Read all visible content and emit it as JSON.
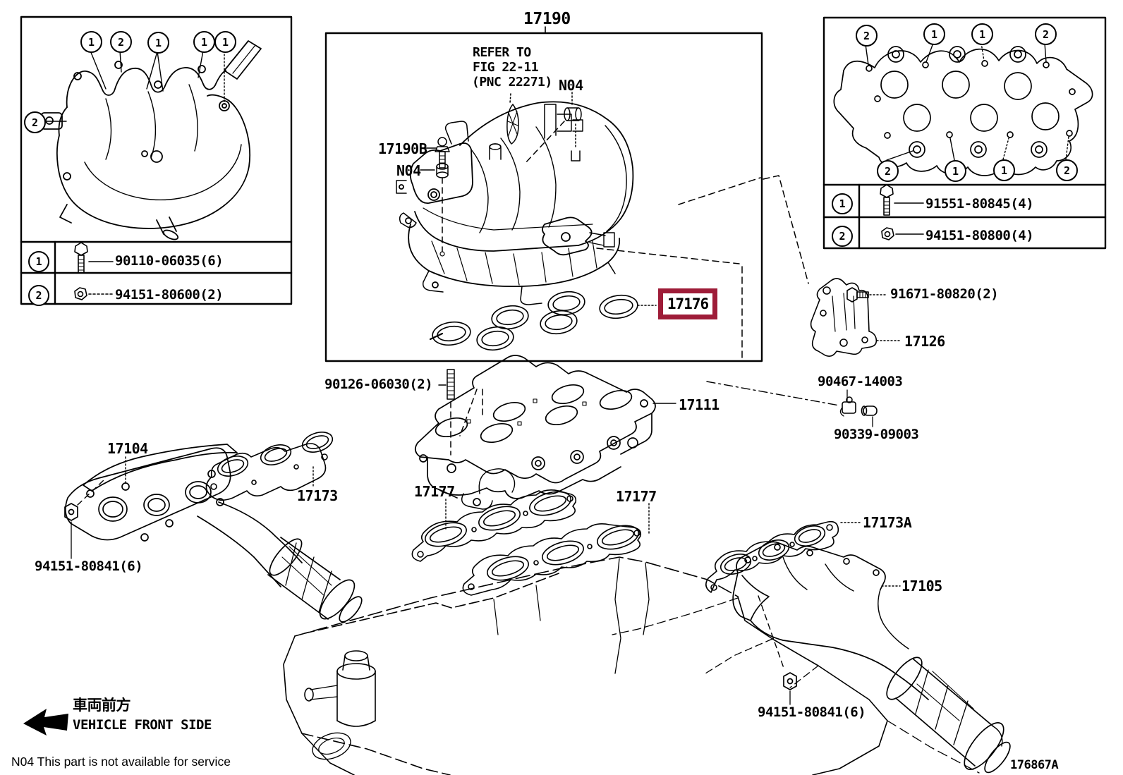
{
  "colors": {
    "highlight": "#9e1c38",
    "line": "#000000"
  },
  "header": {
    "assembly_part": "17190"
  },
  "center_box": {
    "refer_note": {
      "line1": "REFER TO",
      "line2": "FIG 22-11",
      "line3": "(PNC 22271)"
    },
    "n04_top": "N04",
    "part_17190b": "17190B",
    "n04_side": "N04",
    "highlighted_part": "17176"
  },
  "left_box": {
    "callouts_top": [
      "1",
      "2",
      "1",
      "1",
      "1"
    ],
    "callout_side": "2",
    "table": [
      {
        "num": "1",
        "part": "90110-06035(6)"
      },
      {
        "num": "2",
        "part": "94151-80600(2)"
      }
    ]
  },
  "right_box": {
    "callouts_top": [
      "2",
      "1",
      "1",
      "2"
    ],
    "callouts_bottom": [
      "2",
      "1",
      "1",
      "2"
    ],
    "table": [
      {
        "num": "1",
        "part": "91551-80845(4)"
      },
      {
        "num": "2",
        "part": "94151-80800(4)"
      }
    ]
  },
  "parts": {
    "p91671": "91671-80820(2)",
    "p17126": "17126",
    "p90467": "90467-14003",
    "p90339": "90339-09003",
    "p90126": "90126-06030(2)",
    "p17111": "17111",
    "p17173": "17173",
    "p17177_left": "17177",
    "p17177_right": "17177",
    "p17104": "17104",
    "p94151_left": "94151-80841(6)",
    "p17173a": "17173A",
    "p17105": "17105",
    "p94151_right": "94151-80841(6)"
  },
  "footer": {
    "front_arrow_jp": "車両前方",
    "front_arrow_en": "VEHICLE FRONT SIDE",
    "service_note": "N04 This part is not available for service",
    "figure_code": "176867A"
  }
}
